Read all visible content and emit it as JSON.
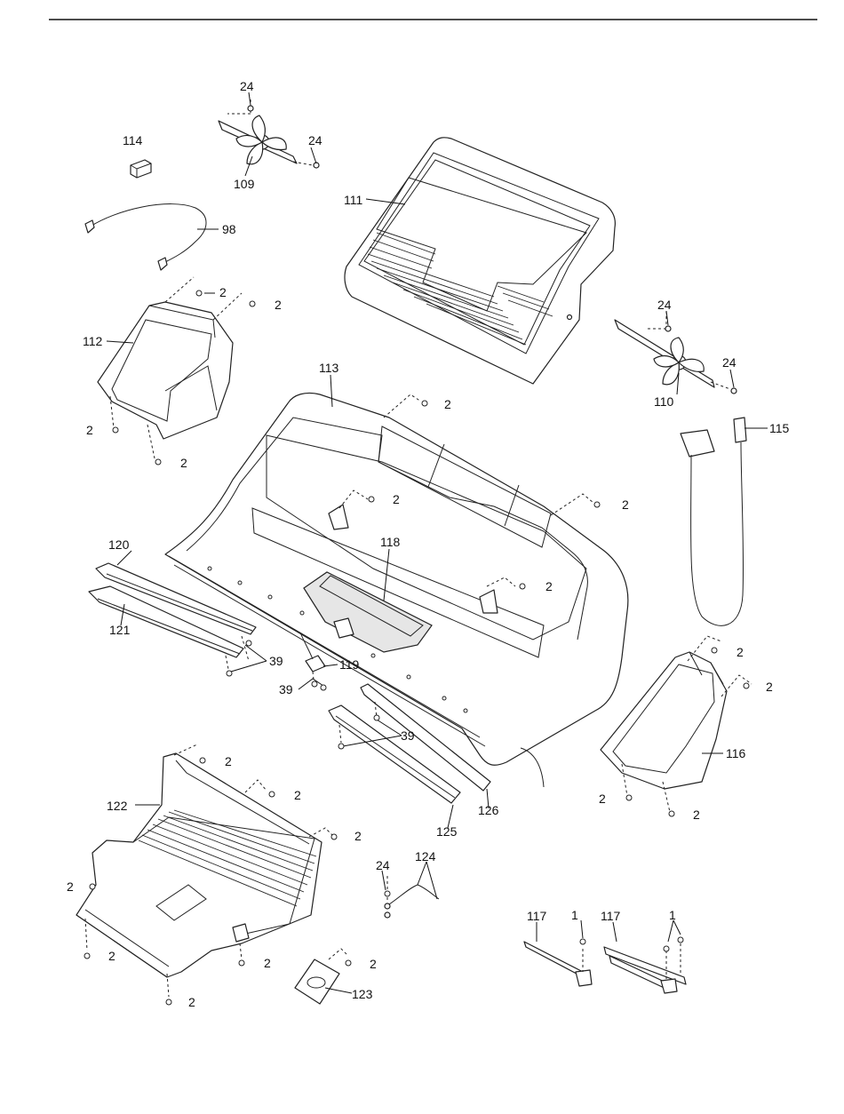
{
  "callouts": [
    {
      "id": "lbl-24-a",
      "text": "24"
    },
    {
      "id": "lbl-114",
      "text": "114"
    },
    {
      "id": "lbl-24-b",
      "text": "24"
    },
    {
      "id": "lbl-109",
      "text": "109"
    },
    {
      "id": "lbl-111",
      "text": "111"
    },
    {
      "id": "lbl-98",
      "text": "98"
    },
    {
      "id": "lbl-2-a",
      "text": "2"
    },
    {
      "id": "lbl-2-b",
      "text": "2"
    },
    {
      "id": "lbl-112",
      "text": "112"
    },
    {
      "id": "lbl-24-c",
      "text": "24"
    },
    {
      "id": "lbl-24-d",
      "text": "24"
    },
    {
      "id": "lbl-113",
      "text": "113"
    },
    {
      "id": "lbl-2-c",
      "text": "2"
    },
    {
      "id": "lbl-110",
      "text": "110"
    },
    {
      "id": "lbl-2-d",
      "text": "2"
    },
    {
      "id": "lbl-2-e",
      "text": "2"
    },
    {
      "id": "lbl-115",
      "text": "115"
    },
    {
      "id": "lbl-2-f",
      "text": "2"
    },
    {
      "id": "lbl-2-g",
      "text": "2"
    },
    {
      "id": "lbl-120",
      "text": "120"
    },
    {
      "id": "lbl-118",
      "text": "118"
    },
    {
      "id": "lbl-2-h",
      "text": "2"
    },
    {
      "id": "lbl-121",
      "text": "121"
    },
    {
      "id": "lbl-39-a",
      "text": "39"
    },
    {
      "id": "lbl-119",
      "text": "119"
    },
    {
      "id": "lbl-2-i",
      "text": "2"
    },
    {
      "id": "lbl-2-j",
      "text": "2"
    },
    {
      "id": "lbl-39-b",
      "text": "39"
    },
    {
      "id": "lbl-39-c",
      "text": "39"
    },
    {
      "id": "lbl-116",
      "text": "116"
    },
    {
      "id": "lbl-2-k",
      "text": "2"
    },
    {
      "id": "lbl-2-l",
      "text": "2"
    },
    {
      "id": "lbl-2-m",
      "text": "2"
    },
    {
      "id": "lbl-122",
      "text": "122"
    },
    {
      "id": "lbl-2-n",
      "text": "2"
    },
    {
      "id": "lbl-126",
      "text": "126"
    },
    {
      "id": "lbl-2-o",
      "text": "2"
    },
    {
      "id": "lbl-125",
      "text": "125"
    },
    {
      "id": "lbl-24-e",
      "text": "24"
    },
    {
      "id": "lbl-124",
      "text": "124"
    },
    {
      "id": "lbl-2-p",
      "text": "2"
    },
    {
      "id": "lbl-117-a",
      "text": "117"
    },
    {
      "id": "lbl-1-a",
      "text": "1"
    },
    {
      "id": "lbl-117-b",
      "text": "117"
    },
    {
      "id": "lbl-1-b",
      "text": "1"
    },
    {
      "id": "lbl-2-q",
      "text": "2"
    },
    {
      "id": "lbl-2-r",
      "text": "2"
    },
    {
      "id": "lbl-2-s",
      "text": "2"
    },
    {
      "id": "lbl-123",
      "text": "123"
    },
    {
      "id": "lbl-2-t",
      "text": "2"
    }
  ]
}
